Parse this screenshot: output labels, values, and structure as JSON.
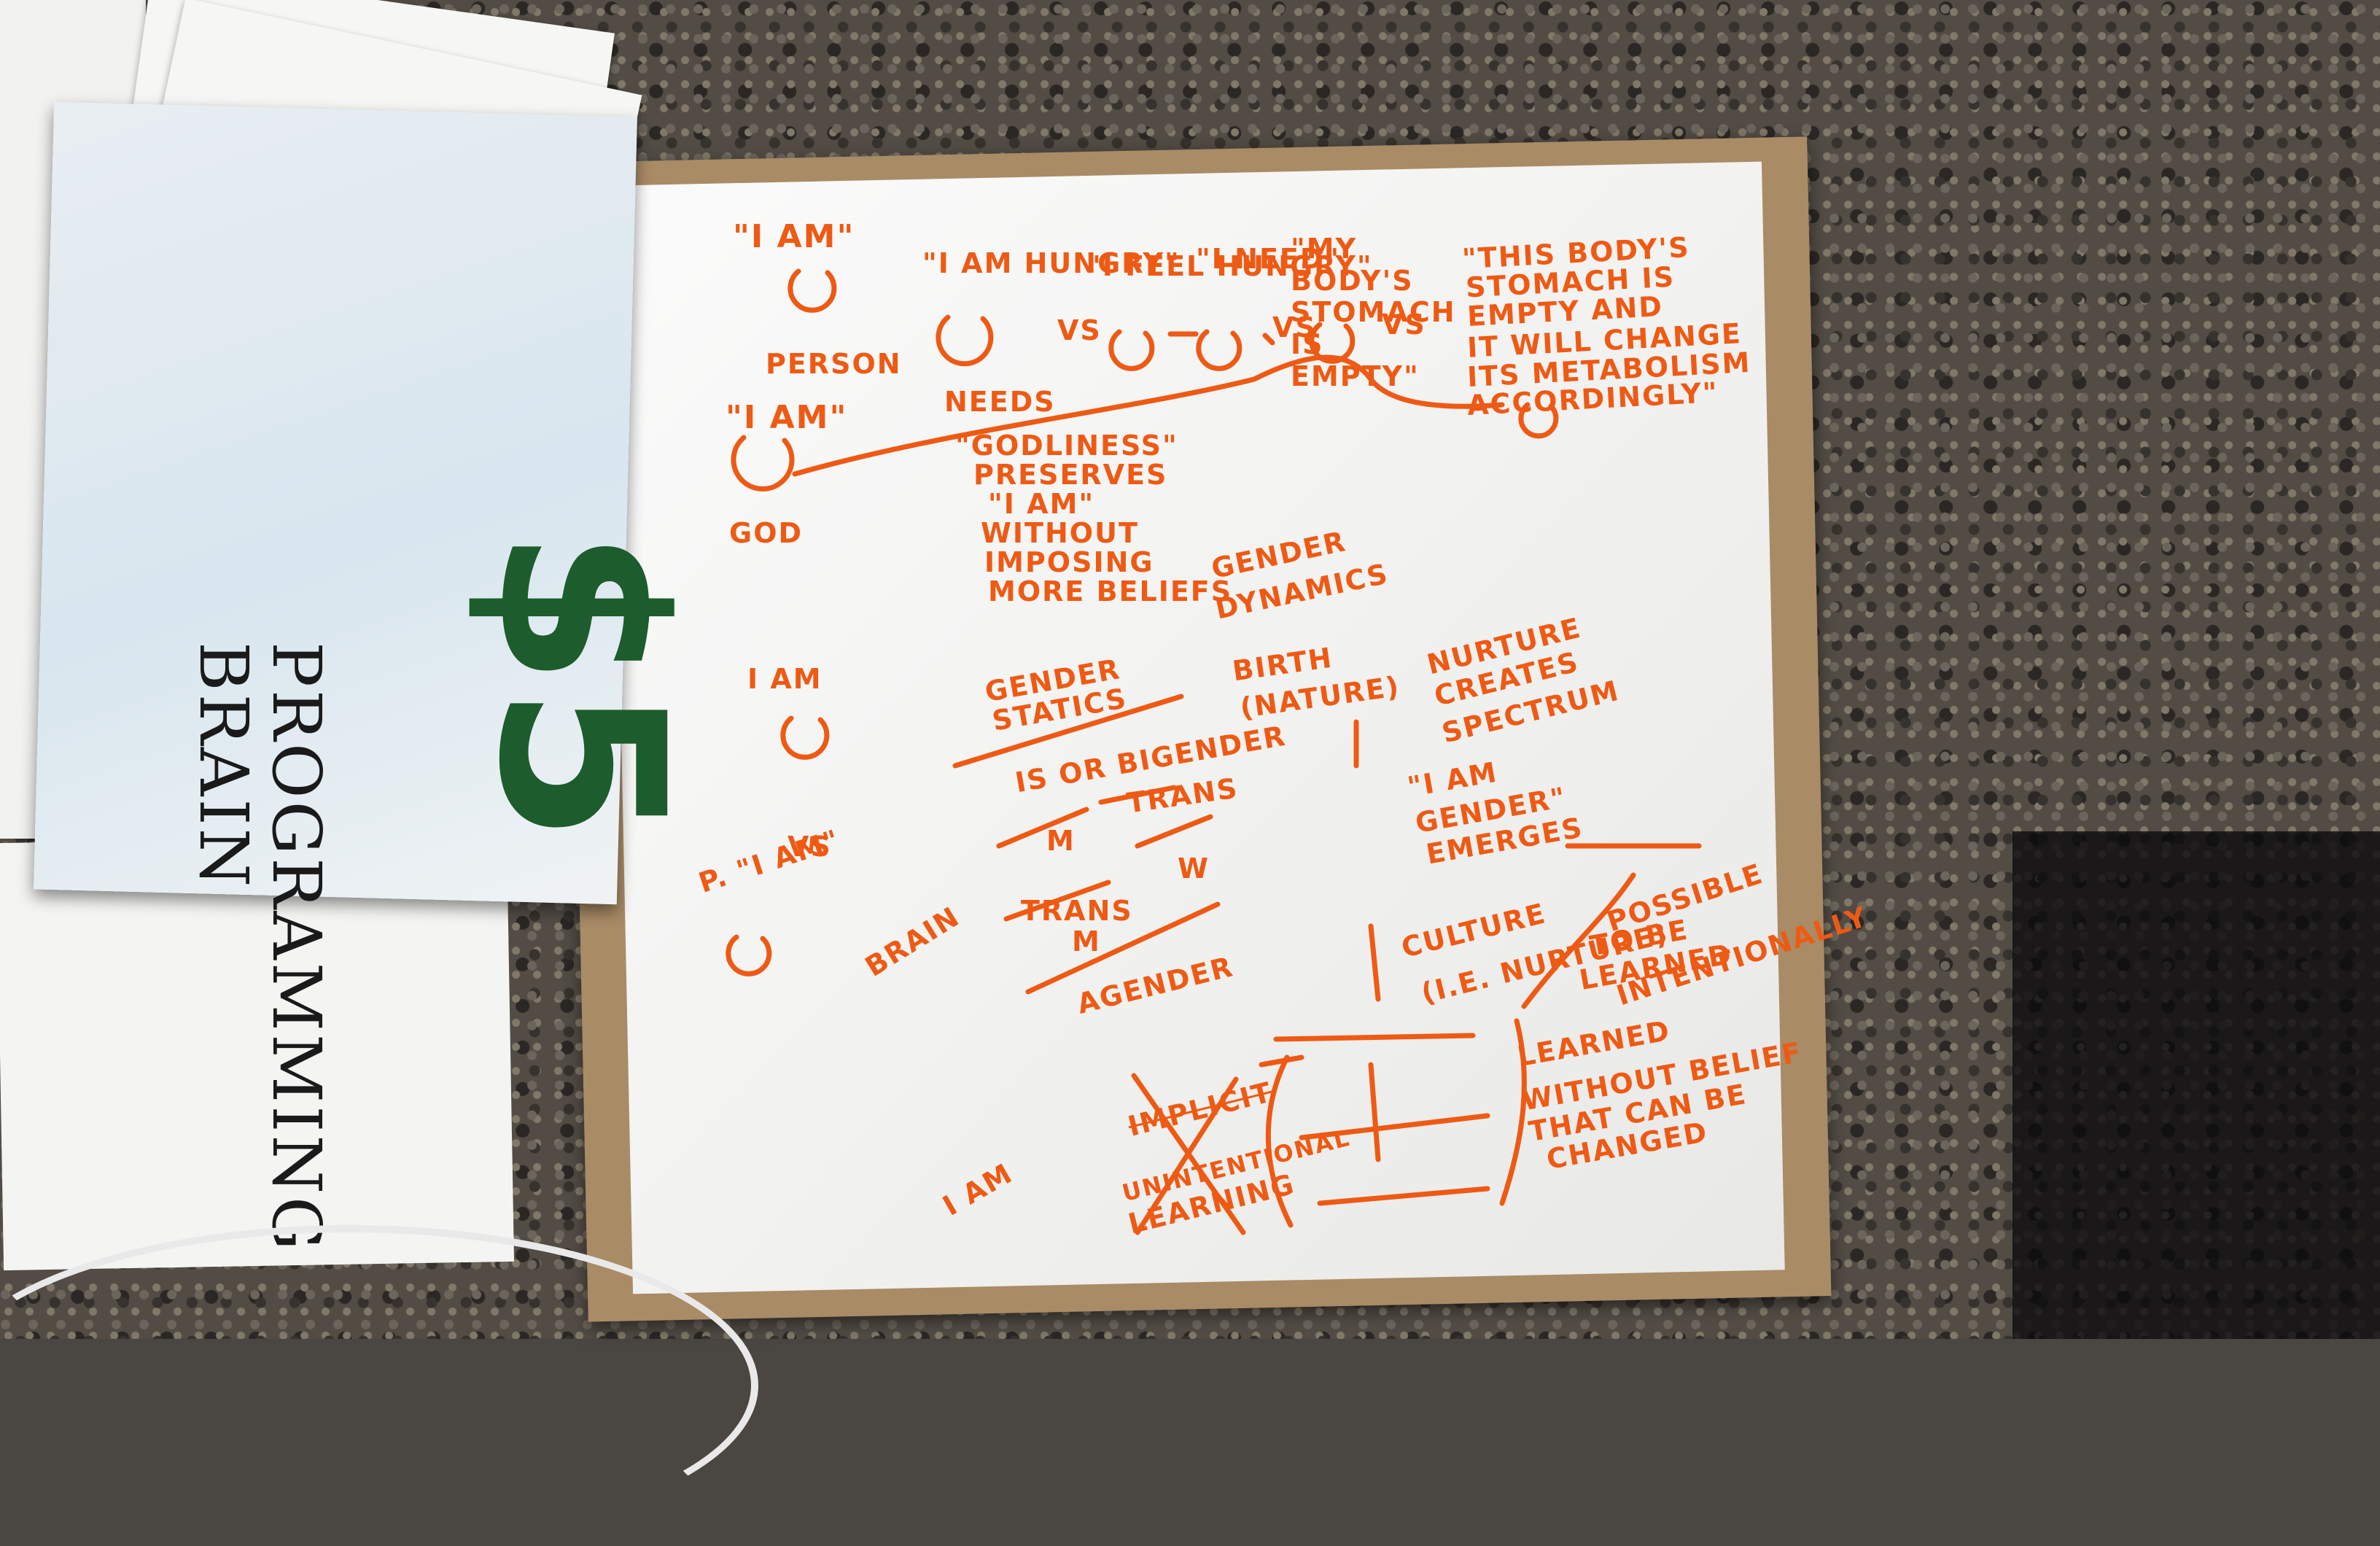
{
  "scene": {
    "ink_color": "#ee5a14",
    "marker_green": "#1d5c2c"
  },
  "price_card": {
    "line1": "BRAIN",
    "line2": "PROGRAMMING",
    "price": "$5"
  },
  "whiteboard": {
    "i_am_top": "\"I AM\"",
    "person": "PERSON",
    "i_am_hungry": "\"I AM HUNGRY\"",
    "needs": "NEEDS",
    "vs1": "VS",
    "i_feel_hungry": "\"I FEEL HUNGRY\"",
    "vs2": "VS",
    "i_need": "\"I NEED\"",
    "vs3": "VS",
    "my_body": "\"MY BODY'S STOMACH IS EMPTY\"",
    "this_body_1": "\"THIS BODY'S",
    "this_body_2": "STOMACH IS",
    "this_body_3": "EMPTY AND",
    "this_body_4": "IT WILL CHANGE",
    "this_body_5": "ITS METABOLISM",
    "this_body_6": "ACCORDINGLY\"",
    "i_am_mid": "\"I AM\"",
    "godliness_1": "\"GODLINESS\"",
    "godliness_2": "PRESERVES",
    "godliness_3": "\"I AM\"",
    "godliness_4": "WITHOUT",
    "godliness_5": "IMPOSING",
    "godliness_6": "MORE BELIEFS",
    "god": "GOD",
    "gender_dynamics_1": "GENDER",
    "gender_dynamics_2": "DYNAMICS",
    "i_am_lower": "I AM",
    "gender_statics_1": "GENDER",
    "gender_statics_2": "STATICS",
    "is_or_bigender": "IS OR BIGENDER",
    "birth_nature_1": "BIRTH",
    "birth_nature_2": "(NATURE)",
    "nurture_1": "NURTURE",
    "nurture_2": "CREATES",
    "nurture_3": "SPECTRUM",
    "i_am_gender_1": "\"I AM",
    "i_am_gender_2": "GENDER\"",
    "i_am_gender_3": "EMERGES",
    "m1": "M",
    "trans_top": "TRANS",
    "w": "W",
    "trans": "TRANS",
    "m2": "M",
    "agender": "AGENDER",
    "brain": "BRAIN",
    "p_i_am": "P. \"I AM\"",
    "vs_left": "VS",
    "culture_1": "CULTURE",
    "culture_2": "(I.E. NURTURE)",
    "possible_1": "POSSIBLE",
    "possible_2": "TO BE",
    "possible_3": "LEARNED",
    "possible_4": "INTENTIONALLY",
    "learned_1": "LEARNED",
    "learned_2": "WITHOUT BELIEF",
    "learned_3": "THAT CAN BE",
    "learned_4": "CHANGED",
    "implicit_1": "IMPLICIT",
    "implicit_2": "UNINTENTIONAL",
    "implicit_3": "LEARNING",
    "i_am_bottom": "I AM"
  }
}
